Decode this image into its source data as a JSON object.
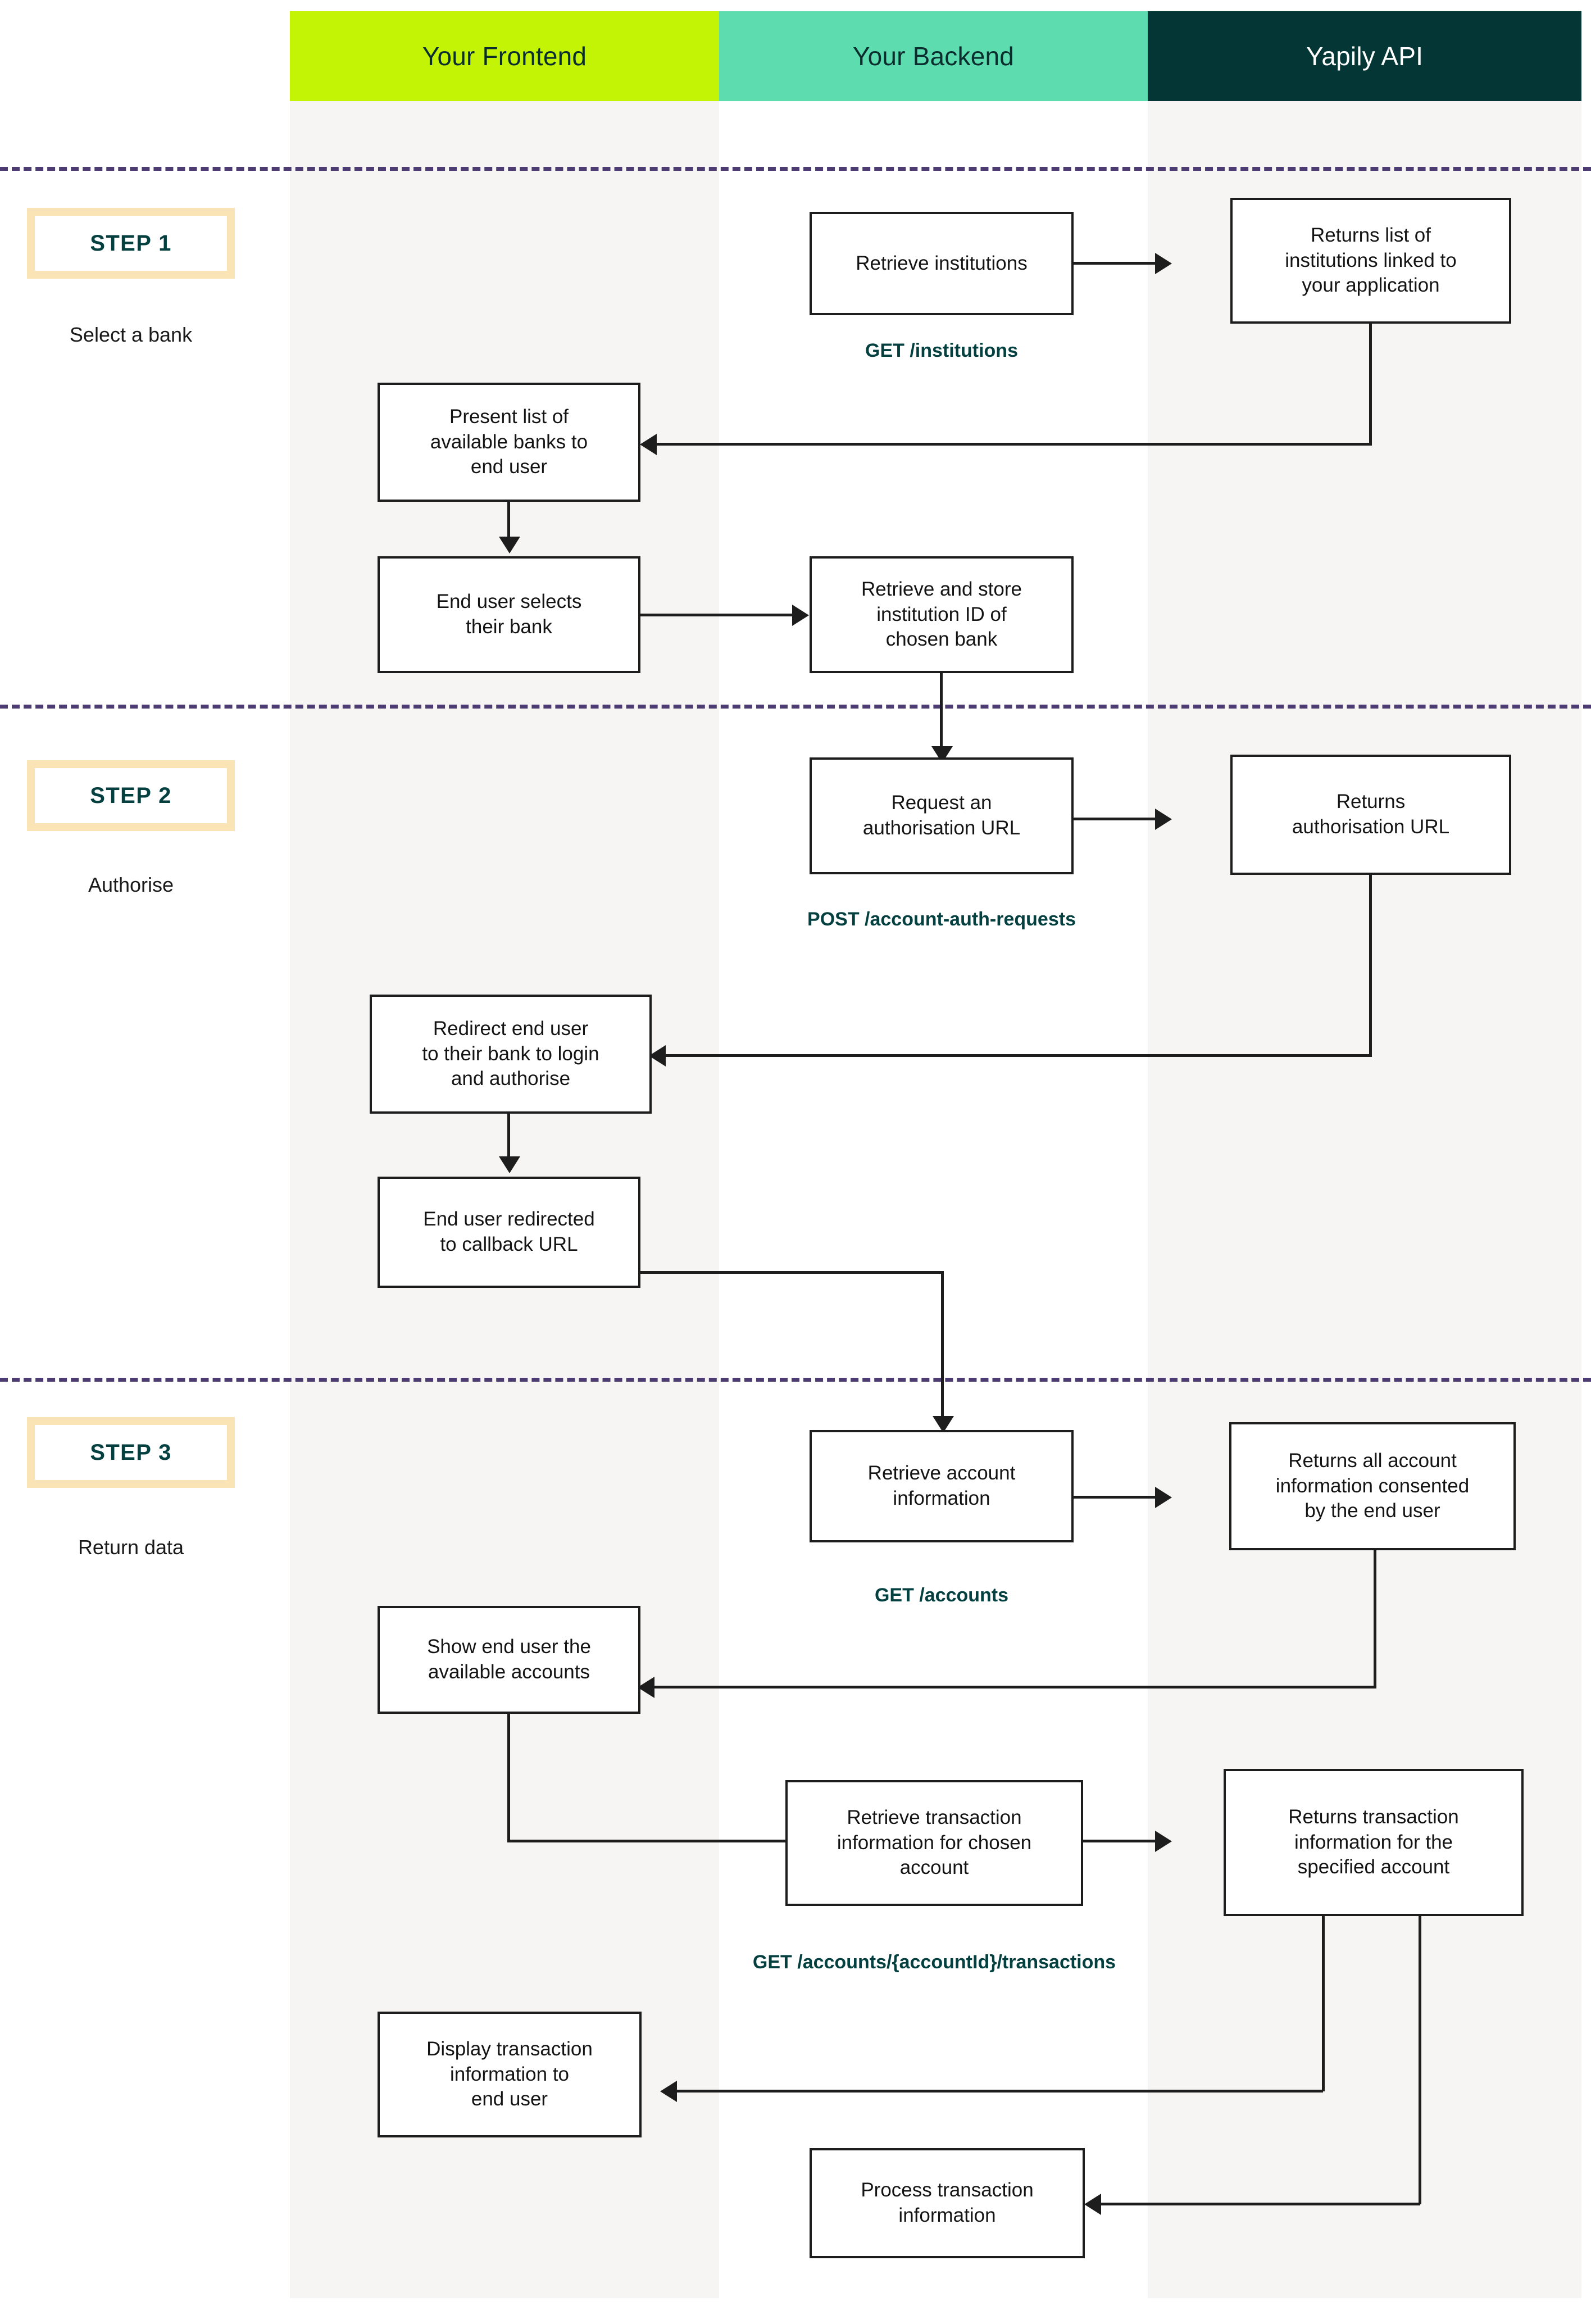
{
  "lanes": [
    {
      "key": "frontend",
      "label": "Your Frontend",
      "color": "#c3f305",
      "text_color": "#0a2e2e"
    },
    {
      "key": "backend",
      "label": "Your Backend",
      "color": "#5ddcb0",
      "text_color": "#0a2e2e"
    },
    {
      "key": "yapily",
      "label": "Yapily API",
      "color": "#033635",
      "text_color": "#ffffff"
    }
  ],
  "steps": [
    {
      "badge": "STEP 1",
      "caption": "Select a bank"
    },
    {
      "badge": "STEP 2",
      "caption": "Authorise"
    },
    {
      "badge": "STEP 3",
      "caption": "Return data"
    }
  ],
  "nodes": [
    {
      "id": "retrieve-institutions",
      "lane": "backend",
      "text": "Retrieve institutions"
    },
    {
      "id": "returns-institutions",
      "lane": "yapily",
      "text": "Returns list of\ninstitutions linked to\nyour application"
    },
    {
      "id": "present-list-banks",
      "lane": "frontend",
      "text": "Present list of\navailable banks to\nend user"
    },
    {
      "id": "end-user-selects-bank",
      "lane": "frontend",
      "text": "End user selects\ntheir bank"
    },
    {
      "id": "store-institution-id",
      "lane": "backend",
      "text": "Retrieve and store\ninstitution ID of\nchosen bank"
    },
    {
      "id": "request-auth-url",
      "lane": "backend",
      "text": "Request an\nauthorisation URL"
    },
    {
      "id": "returns-auth-url",
      "lane": "yapily",
      "text": "Returns\nauthorisation URL"
    },
    {
      "id": "redirect-end-user",
      "lane": "frontend",
      "text": "Redirect end user\nto their bank to login\nand authorise"
    },
    {
      "id": "end-user-redirected-callback",
      "lane": "frontend",
      "text": "End user redirected\nto callback URL"
    },
    {
      "id": "retrieve-account-info",
      "lane": "backend",
      "text": "Retrieve account\ninformation"
    },
    {
      "id": "returns-account-info",
      "lane": "yapily",
      "text": "Returns all account\ninformation consented\nby the end user"
    },
    {
      "id": "show-available-accounts",
      "lane": "frontend",
      "text": "Show end user the\navailable accounts"
    },
    {
      "id": "retrieve-transaction-info",
      "lane": "backend",
      "text": "Retrieve transaction\ninformation for chosen\naccount"
    },
    {
      "id": "returns-transaction-info",
      "lane": "yapily",
      "text": "Returns transaction\ninformation for the\nspecified account"
    },
    {
      "id": "display-transaction-info",
      "lane": "frontend",
      "text": "Display transaction\ninformation to\nend user"
    },
    {
      "id": "process-transaction-info",
      "lane": "backend",
      "text": "Process transaction\ninformation"
    }
  ],
  "endpoints": [
    {
      "id": "get-institutions",
      "text": "GET /institutions"
    },
    {
      "id": "post-auth-requests",
      "text": "POST /account-auth-requests"
    },
    {
      "id": "get-accounts",
      "text": "GET /accounts"
    },
    {
      "id": "get-transactions",
      "text": "GET /accounts/{accountId}/transactions"
    }
  ],
  "colors": {
    "frontend_header": "#c3f305",
    "backend_header": "#5ddcb0",
    "yapily_header": "#033635",
    "lane_shade": "#f6f5f3",
    "divider": "#4c3c72",
    "step_border": "#fae3b4",
    "endpoint_text": "#044040",
    "connector": "#1d1d1d"
  }
}
